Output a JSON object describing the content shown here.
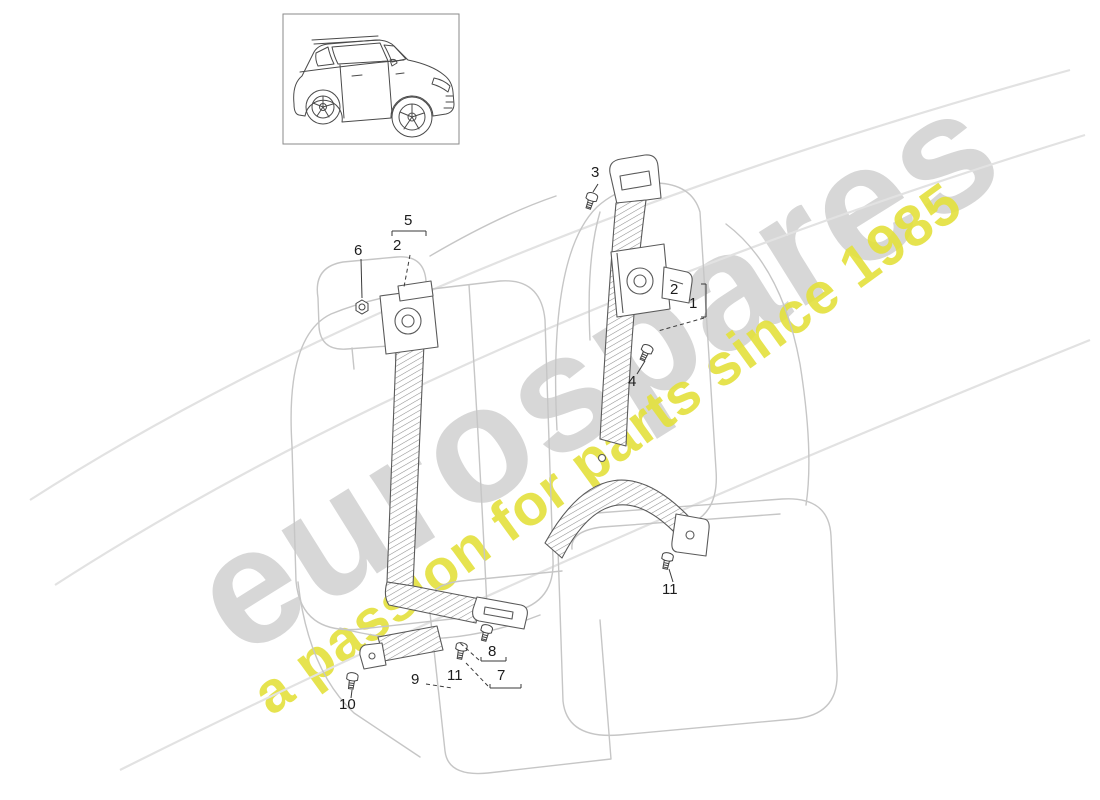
{
  "watermark": {
    "brand": "eurospares",
    "tagline": "a passion for parts since 1985",
    "brand_color": "#d7d7d7",
    "tagline_color": "#e4e13c"
  },
  "vehicle_thumbnail": {
    "icon": "car-icon"
  },
  "callouts": [
    {
      "label": "3"
    },
    {
      "label": "5"
    },
    {
      "label": "2"
    },
    {
      "label": "6"
    },
    {
      "label": "2"
    },
    {
      "label": "1"
    },
    {
      "label": "4"
    },
    {
      "label": "11"
    },
    {
      "label": "8"
    },
    {
      "label": "7"
    },
    {
      "label": "11"
    },
    {
      "label": "9"
    },
    {
      "label": "10"
    }
  ],
  "colors": {
    "background": "#ffffff",
    "seat_line_art": "#c6c6c6",
    "belt_line": "#5a5a5a",
    "callout_text": "#1c1c1c"
  }
}
